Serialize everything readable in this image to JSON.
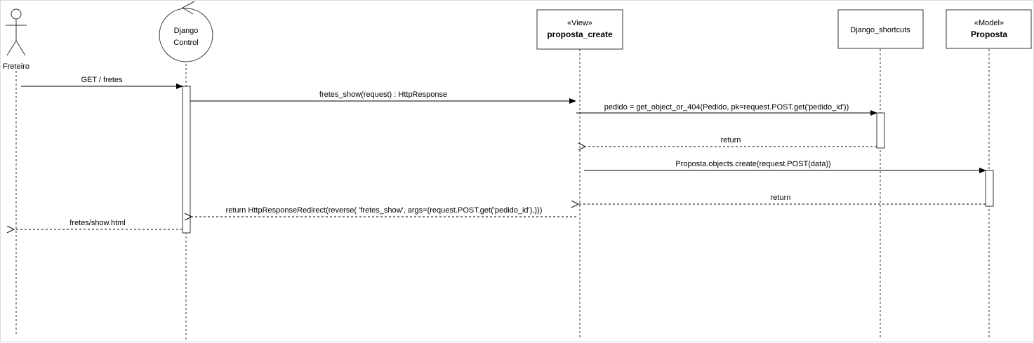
{
  "actor": {
    "label": "Freteiro"
  },
  "control": {
    "line1": "Django",
    "line2": "Control"
  },
  "view": {
    "stereotype": "«View»",
    "name": "proposta_create"
  },
  "shortcuts": {
    "name": "Django_shortcuts"
  },
  "model": {
    "stereotype": "«Model»",
    "name": "Proposta"
  },
  "messages": {
    "m1": "GET / fretes",
    "m2": "fretes_show(request) : HttpResponse",
    "m3": "pedido = get_object_or_404(Pedido, pk=request.POST.get('pedido_id'))",
    "m4": "return",
    "m5": "Proposta.objects.create(request.POST(data))",
    "m6": "return",
    "m7": "return HttpResponseRedirect(reverse( 'fretes_show', args=(request.POST.get('pedido_id'),)))",
    "m8": "fretes/show.html"
  }
}
